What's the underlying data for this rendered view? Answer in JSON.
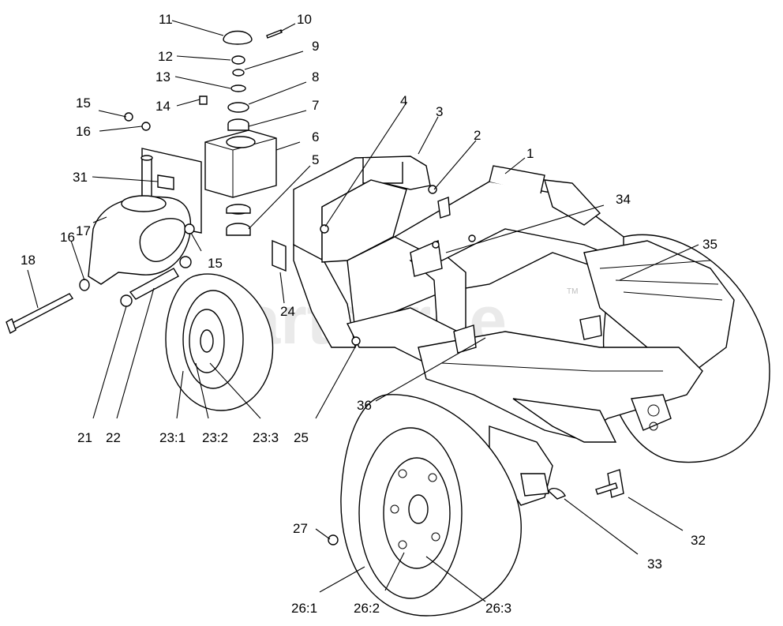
{
  "watermark": {
    "text": "PartsTree",
    "tm": "TM"
  },
  "labels": {
    "l1": "1",
    "l2": "2",
    "l3": "3",
    "l4": "4",
    "l5": "5",
    "l6": "6",
    "l7": "7",
    "l8": "8",
    "l9": "9",
    "l10": "10",
    "l11": "11",
    "l12": "12",
    "l13": "13",
    "l14": "14",
    "l15a": "15",
    "l15b": "15",
    "l16a": "16",
    "l16b": "16",
    "l17": "17",
    "l18": "18",
    "l21": "21",
    "l22": "22",
    "l23_1": "23:1",
    "l23_2": "23:2",
    "l23_3": "23:3",
    "l24": "24",
    "l25": "25",
    "l26_1": "26:1",
    "l26_2": "26:2",
    "l26_3": "26:3",
    "l27": "27",
    "l31": "31",
    "l32": "32",
    "l33": "33",
    "l34": "34",
    "l35": "35",
    "l36": "36"
  }
}
